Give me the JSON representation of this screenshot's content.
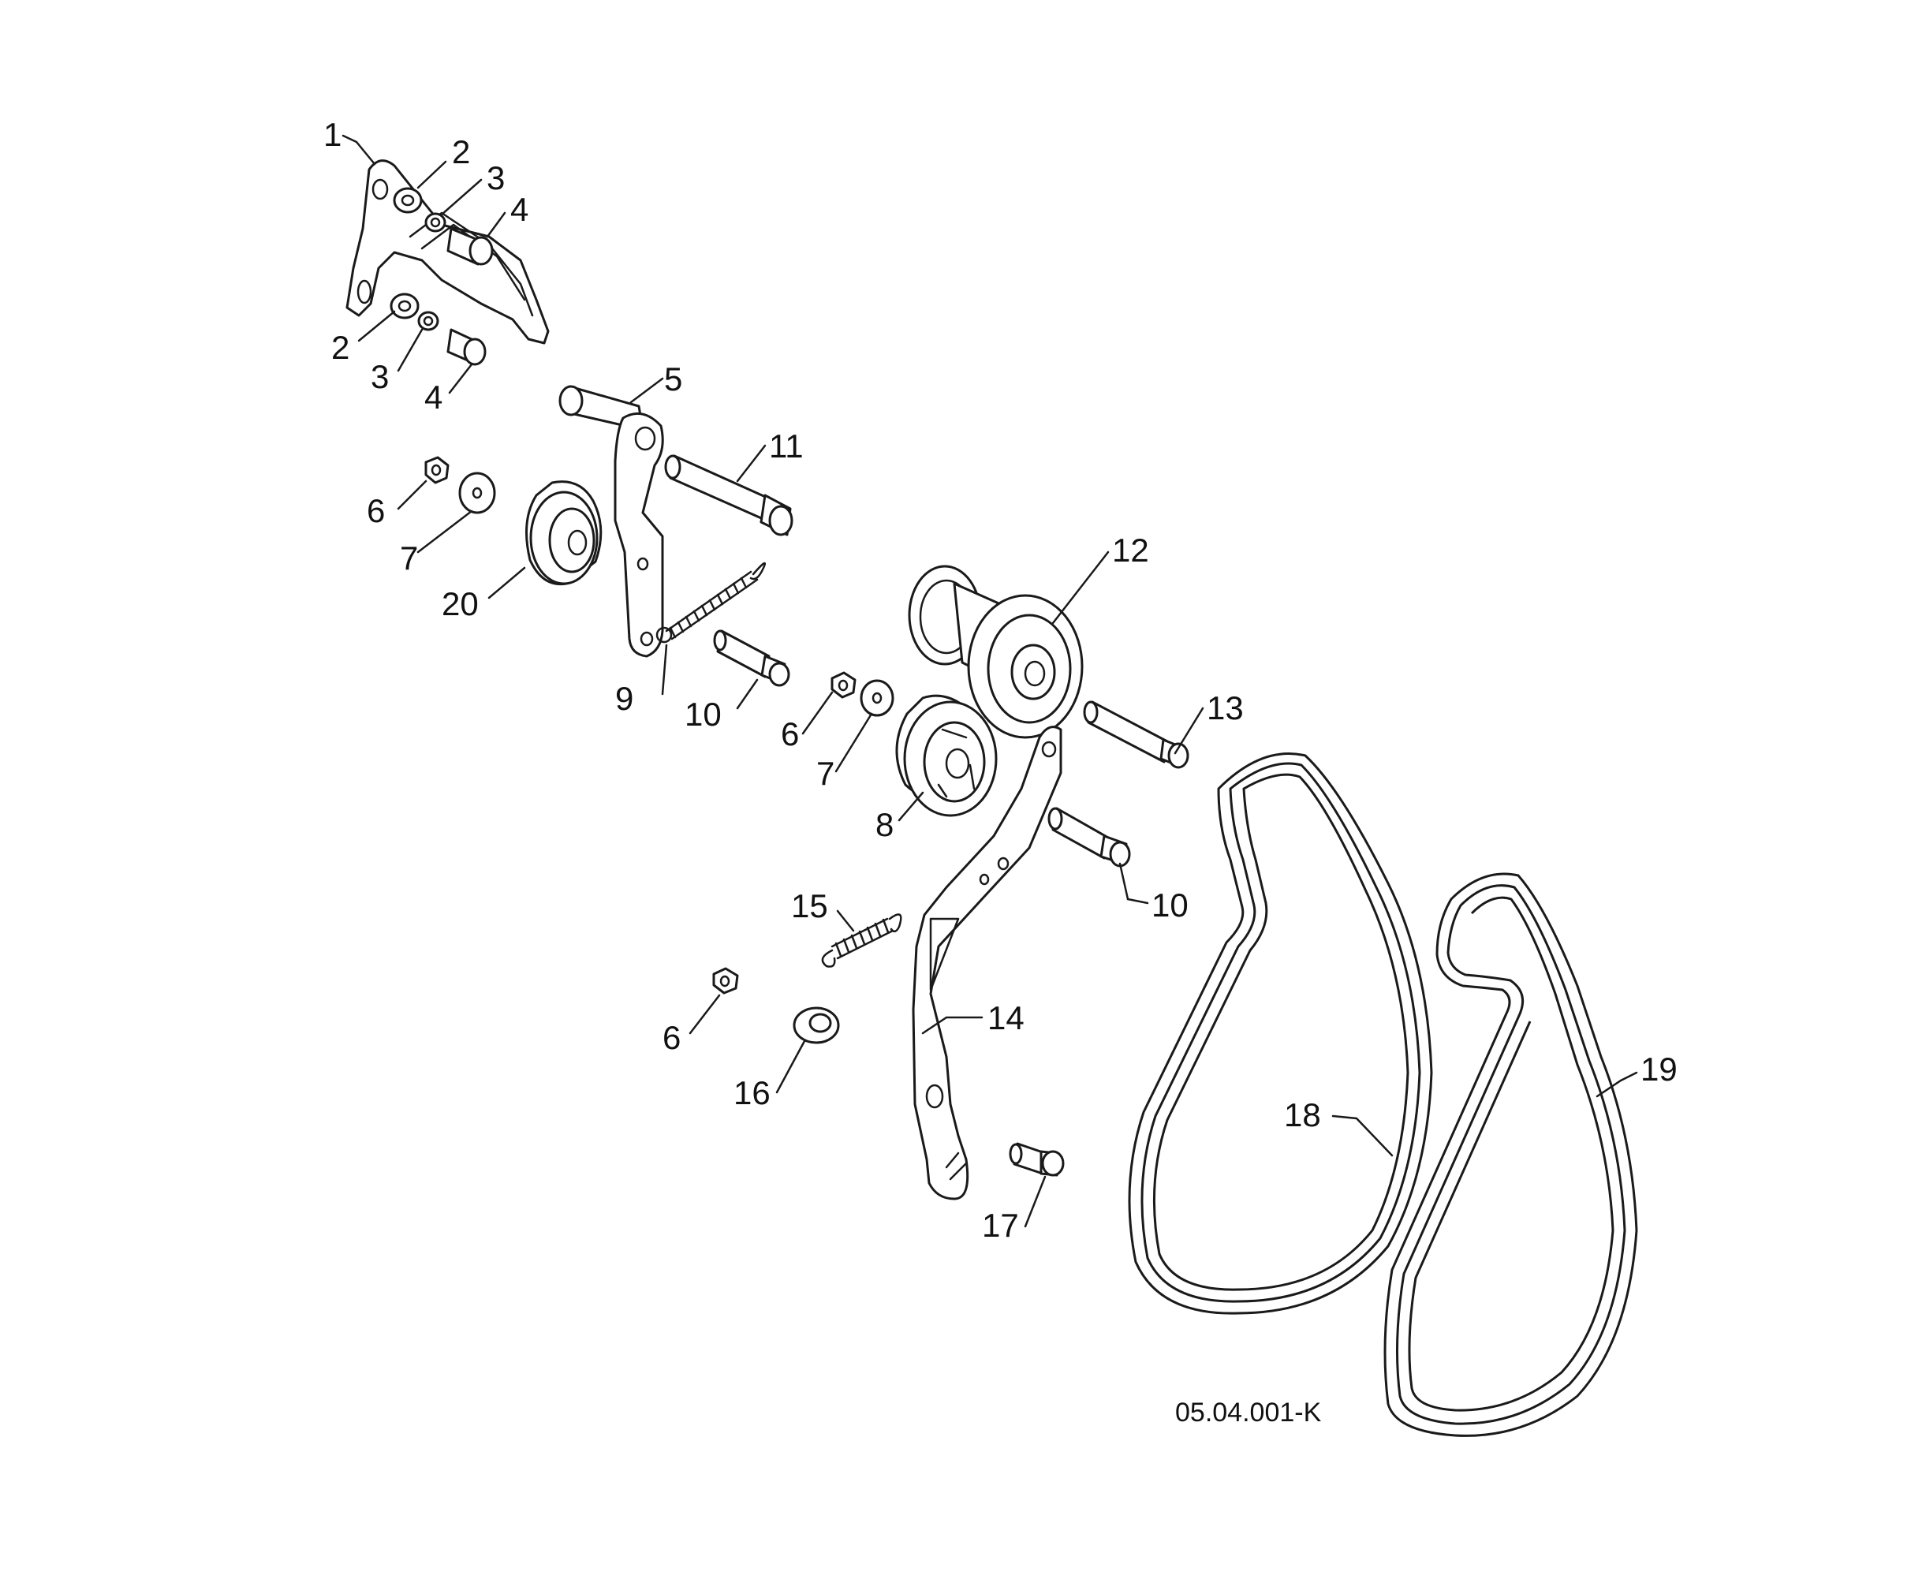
{
  "diagram": {
    "drawing_code": "05.04.001-K",
    "callouts": [
      {
        "id": "c1",
        "label": "1"
      },
      {
        "id": "c2a",
        "label": "2"
      },
      {
        "id": "c3a",
        "label": "3"
      },
      {
        "id": "c4a",
        "label": "4"
      },
      {
        "id": "c2b",
        "label": "2"
      },
      {
        "id": "c3b",
        "label": "3"
      },
      {
        "id": "c4b",
        "label": "4"
      },
      {
        "id": "c5",
        "label": "5"
      },
      {
        "id": "c11",
        "label": "11"
      },
      {
        "id": "c6a",
        "label": "6"
      },
      {
        "id": "c7a",
        "label": "7"
      },
      {
        "id": "c20",
        "label": "20"
      },
      {
        "id": "c9",
        "label": "9"
      },
      {
        "id": "c10a",
        "label": "10"
      },
      {
        "id": "c6b",
        "label": "6"
      },
      {
        "id": "c7b",
        "label": "7"
      },
      {
        "id": "c12",
        "label": "12"
      },
      {
        "id": "c13",
        "label": "13"
      },
      {
        "id": "c8",
        "label": "8"
      },
      {
        "id": "c10b",
        "label": "10"
      },
      {
        "id": "c15",
        "label": "15"
      },
      {
        "id": "c14",
        "label": "14"
      },
      {
        "id": "c6c",
        "label": "6"
      },
      {
        "id": "c16",
        "label": "16"
      },
      {
        "id": "c17",
        "label": "17"
      },
      {
        "id": "c18",
        "label": "18"
      },
      {
        "id": "c19",
        "label": "19"
      }
    ]
  }
}
